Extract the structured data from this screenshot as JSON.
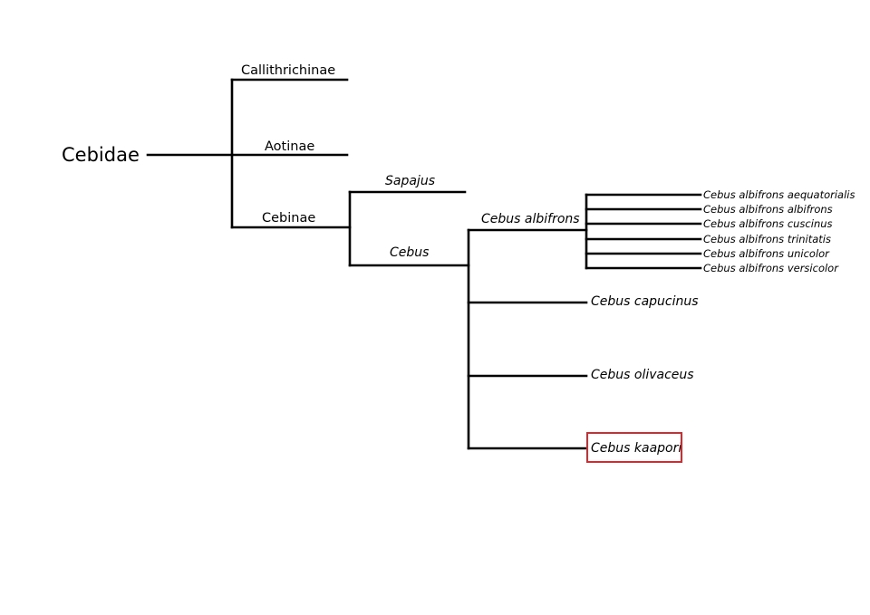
{
  "tree": {
    "root": "Cebidae",
    "subfamilies": {
      "callithrichinae": "Callithrichinae",
      "aotinae": "Aotinae",
      "cebinae": "Cebinae"
    },
    "genera": {
      "sapajus": "Sapajus",
      "cebus": "Cebus"
    },
    "species": {
      "albifrons": "Cebus albifrons",
      "capucinus": "Cebus capucinus",
      "olivaceus": "Cebus olivaceus",
      "kaapori": "Cebus kaapori"
    },
    "subspecies": [
      "Cebus albifrons aequatorialis",
      "Cebus albifrons albifrons",
      "Cebus albifrons cuscinus",
      "Cebus albifrons trinitatis",
      "Cebus albifrons unicolor",
      "Cebus albifrons versicolor"
    ]
  },
  "highlight": {
    "taxon": "Cebus kaapori",
    "color": "#e0262b"
  },
  "colors": {
    "line": "#000000",
    "background": "#ffffff"
  }
}
